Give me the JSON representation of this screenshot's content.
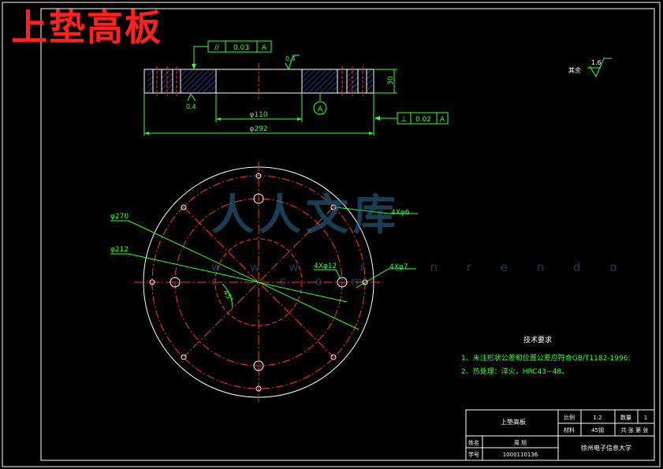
{
  "title": "上垫高板",
  "watermark": {
    "text": "人人文库",
    "url": "w w w . r e n r e n d o c . c o m"
  },
  "colors": {
    "outline": "#ffffff",
    "center": "#ff3333",
    "dimension": "#33ff33",
    "hatch": "#4d5dff",
    "titleText": "#ff2020"
  },
  "top_view": {
    "parallel_tol": {
      "symbol": "//",
      "value": "0.03",
      "datum": "A"
    },
    "perp_tol": {
      "symbol": "⊥",
      "value": "0.02",
      "datum": "A"
    },
    "datum_label": "A",
    "rough_top": "0.4",
    "rough_bottom": "0.4",
    "thickness": "30",
    "dia_inner": "φ110",
    "dia_outer": "φ292"
  },
  "surface_note": {
    "label": "其余",
    "value": "1.6"
  },
  "plan_view": {
    "d270": "φ270",
    "d212": "φ212",
    "angle": "45°",
    "holes_12": "4Xφ12",
    "holes_6": "4Xφ6",
    "holes_7": "4Xφ7"
  },
  "tech_req": {
    "heading": "技术要求",
    "items": [
      "1、未注形状公差和位置公差应符合GB/T1182-1996;",
      "2、热处理：淬火，HRC43~48。"
    ]
  },
  "title_block": {
    "part_name": "上垫高板",
    "ratio_label": "比例",
    "ratio_value": "1:2",
    "qty_label": "数量",
    "qty_value": "1",
    "material_label": "材料",
    "material_value": "45钢",
    "sheet_label": "共 张 第 张",
    "designer_label": "姓名",
    "designer_value": "周 旭",
    "student_label": "学号",
    "student_value": "1000110136",
    "school": "徐州电子信息大学"
  }
}
